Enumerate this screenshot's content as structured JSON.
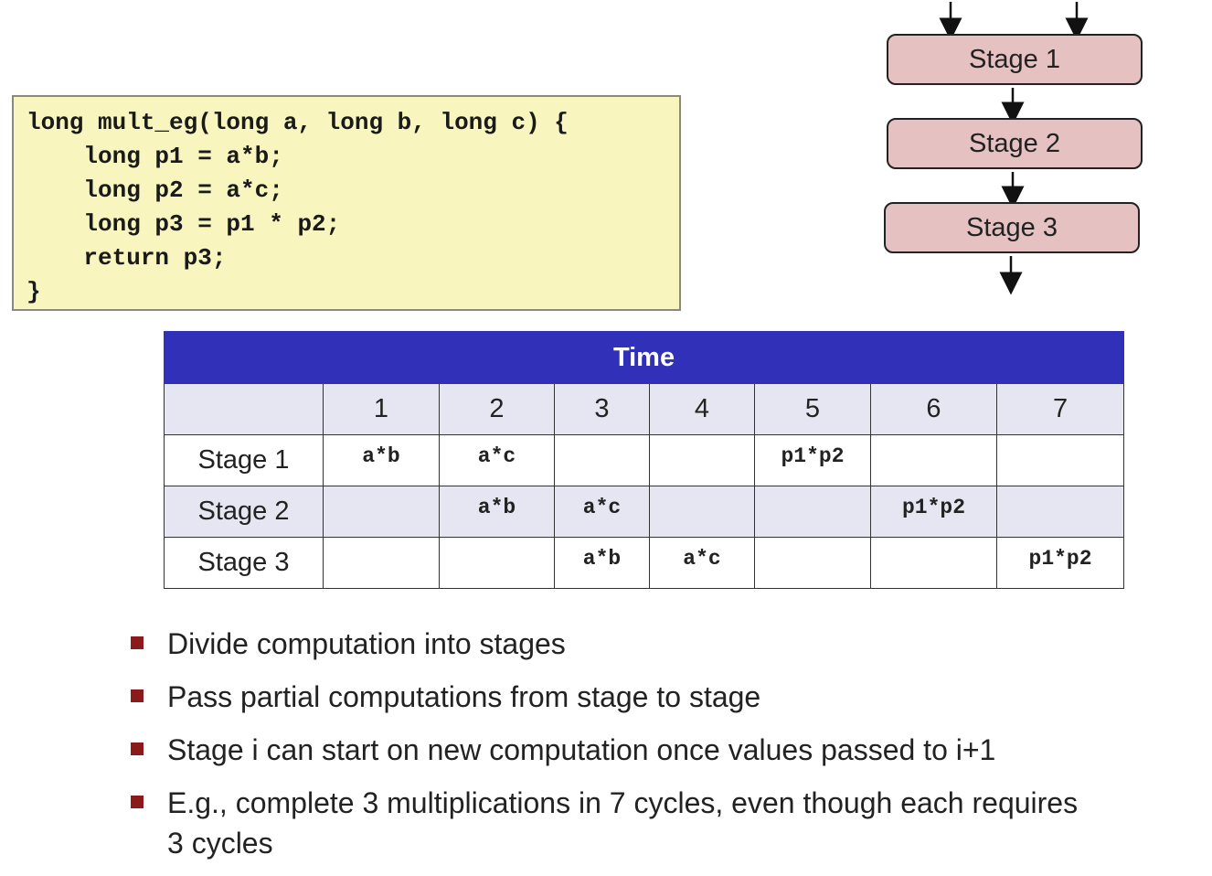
{
  "code": {
    "lines": [
      "long mult_eg(long a, long b, long c) {",
      "    long p1 = a*b;",
      "    long p2 = a*c;",
      "    long p3 = p1 * p2;",
      "    return p3;",
      "}"
    ]
  },
  "pipeline": {
    "stages": [
      "Stage 1",
      "Stage 2",
      "Stage 3"
    ]
  },
  "table": {
    "header": "Time",
    "columns": [
      "1",
      "2",
      "3",
      "4",
      "5",
      "6",
      "7"
    ],
    "rows": [
      {
        "label": "Stage 1",
        "cells": [
          "a*b",
          "a*c",
          "",
          "",
          "p1*p2",
          "",
          ""
        ]
      },
      {
        "label": "Stage 2",
        "cells": [
          "",
          "a*b",
          "a*c",
          "",
          "",
          "p1*p2",
          ""
        ]
      },
      {
        "label": "Stage 3",
        "cells": [
          "",
          "",
          "a*b",
          "a*c",
          "",
          "",
          "p1*p2"
        ]
      }
    ]
  },
  "bullets": [
    "Divide computation into stages",
    "Pass partial computations from stage to stage",
    "Stage i can start on new computation once values passed to i+1",
    "E.g., complete 3 multiplications in 7 cycles, even though each requires 3 cycles"
  ],
  "colors": {
    "code_bg": "#f8f5bf",
    "stage_fill": "#e6c1c1",
    "table_header": "#3030b8",
    "row_shade": "#e6e6f2",
    "bullet": "#8b1a1a"
  }
}
